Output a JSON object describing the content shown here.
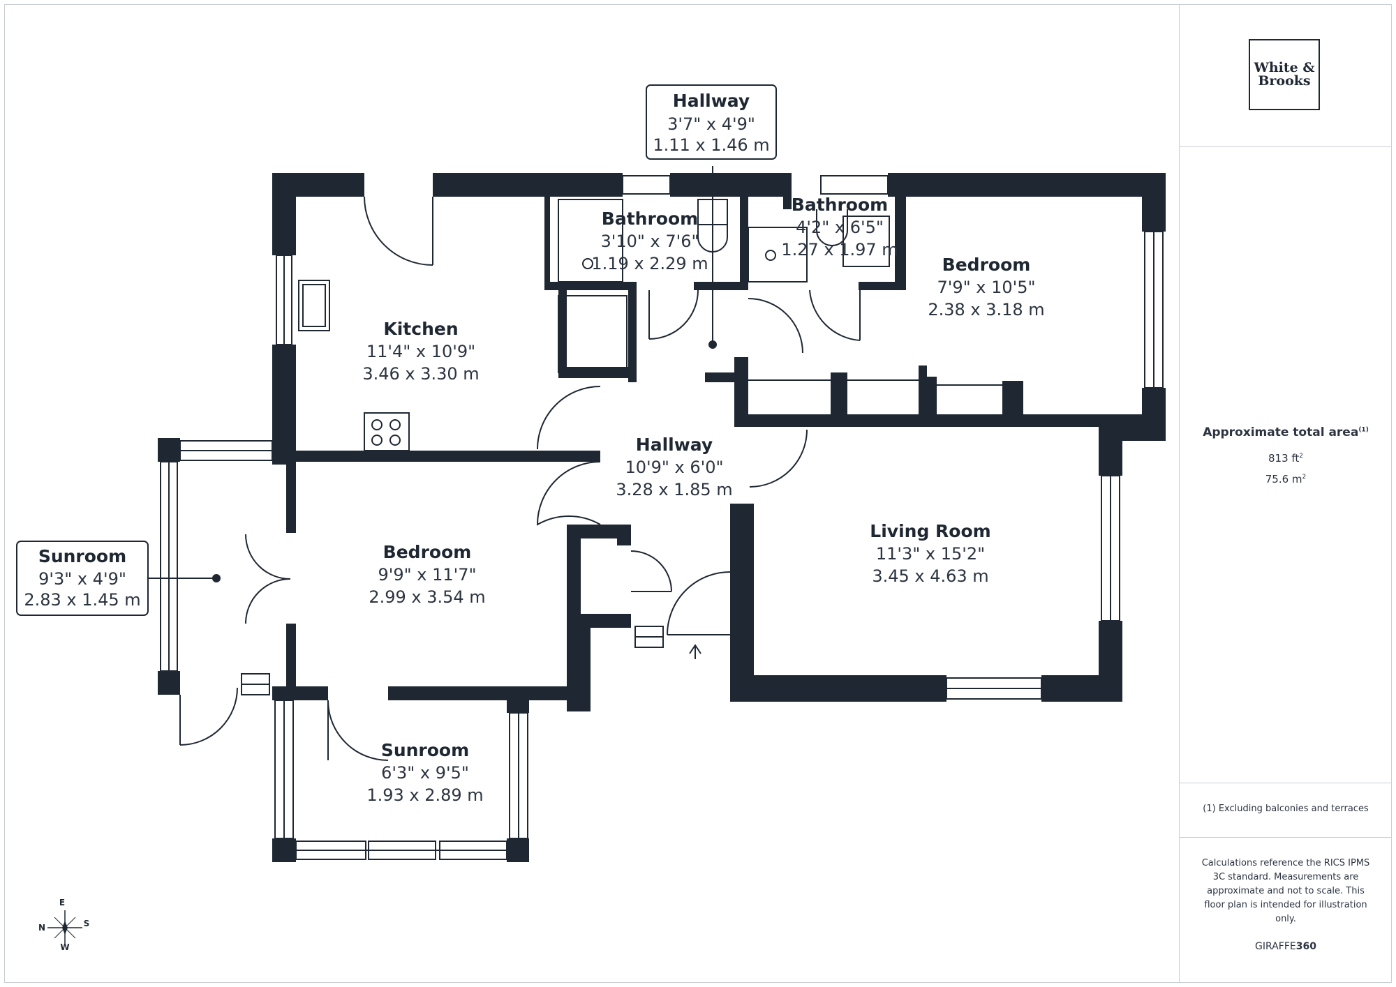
{
  "brand": {
    "logo_line1": "White &",
    "logo_line2": "Brooks",
    "footer_prefix": "GIRAFFE",
    "footer_suffix": "360"
  },
  "area": {
    "title": "Approximate total area",
    "title_note": "(1)",
    "imperial_value": "813 ft",
    "imperial_sup": "2",
    "metric_value": "75.6 m",
    "metric_sup": "2"
  },
  "footnote": "(1) Excluding balconies and terraces",
  "disclaimer": "Calculations reference the RICS IPMS 3C standard. Measurements are approximate and not to scale. This floor plan is intended for illustration only.",
  "compass": {
    "n": "N",
    "e": "E",
    "s": "S",
    "w": "W"
  },
  "rooms": {
    "hallway_top": {
      "name": "Hallway",
      "imperial": "3'7\" x 4'9\"",
      "metric": "1.11 x 1.46 m"
    },
    "bathroom_1": {
      "name": "Bathroom",
      "imperial": "3'10\" x 7'6\"",
      "metric": "1.19 x 2.29 m"
    },
    "bathroom_2": {
      "name": "Bathroom",
      "imperial": "4'2\" x 6'5\"",
      "metric": "1.27 x 1.97 m"
    },
    "bedroom_1": {
      "name": "Bedroom",
      "imperial": "7'9\" x 10'5\"",
      "metric": "2.38 x 3.18 m"
    },
    "kitchen": {
      "name": "Kitchen",
      "imperial": "11'4\" x 10'9\"",
      "metric": "3.46 x 3.30 m"
    },
    "hallway_main": {
      "name": "Hallway",
      "imperial": "10'9\" x 6'0\"",
      "metric": "3.28 x 1.85 m"
    },
    "bedroom_2": {
      "name": "Bedroom",
      "imperial": "9'9\" x 11'7\"",
      "metric": "2.99 x 3.54 m"
    },
    "living_room": {
      "name": "Living Room",
      "imperial": "11'3\" x 15'2\"",
      "metric": "3.45 x 4.63 m"
    },
    "sunroom_1": {
      "name": "Sunroom",
      "imperial": "9'3\" x 4'9\"",
      "metric": "2.83 x 1.45 m"
    },
    "sunroom_2": {
      "name": "Sunroom",
      "imperial": "6'3\" x 9'5\"",
      "metric": "1.93 x 2.89 m"
    }
  },
  "colors": {
    "wall": "#1e2732",
    "line": "#1e2732",
    "border": "#c9ced4",
    "text": "#2b3440"
  }
}
